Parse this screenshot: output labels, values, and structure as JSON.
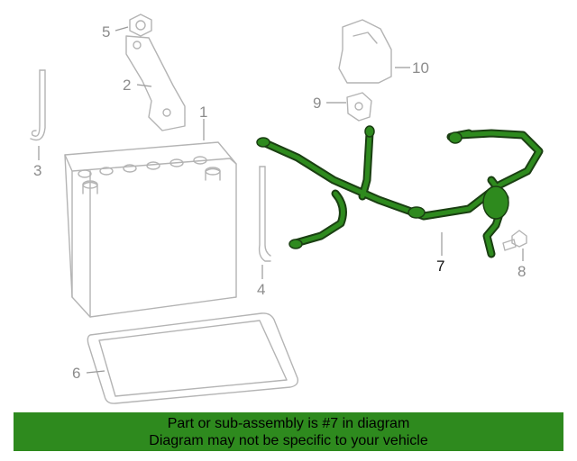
{
  "callouts": {
    "c1": "1",
    "c2": "2",
    "c3": "3",
    "c4": "4",
    "c5": "5",
    "c6": "6",
    "c7": "7",
    "c8": "8",
    "c9": "9",
    "c10": "10"
  },
  "highlight": {
    "part_number": "7",
    "color": "#2e8a1e"
  },
  "banner": {
    "line1": "Part or sub-assembly is #7 in diagram",
    "line2": "Diagram may not be specific to your vehicle",
    "background": "#2e8a1e"
  },
  "icons": [
    "battery",
    "hold-down-bracket",
    "nut",
    "j-bolt",
    "battery-tray",
    "cable-harness",
    "bolt",
    "terminal-clip",
    "terminal-cover"
  ]
}
